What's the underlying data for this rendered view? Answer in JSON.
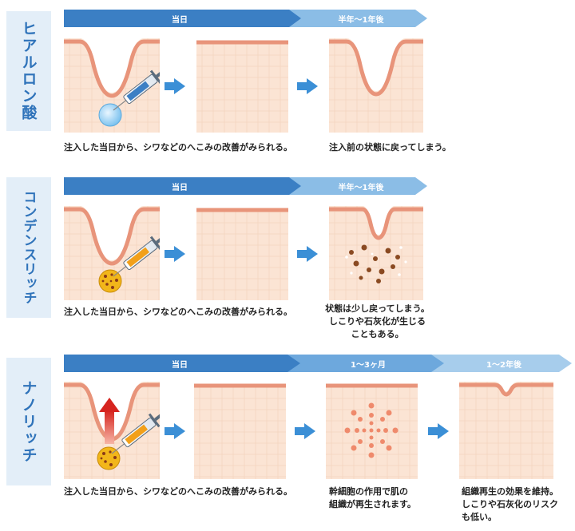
{
  "rows": [
    {
      "label": "ヒアルロン酸",
      "timeline": [
        "当日",
        "半年〜1年後"
      ],
      "captions": [
        "注入した当日から、シワなどのへこみの改善がみられる。",
        "注入前の状態に戻ってしまう。"
      ]
    },
    {
      "label": "コンデンスリッチ",
      "timeline": [
        "当日",
        "半年〜1年後"
      ],
      "captions": [
        "注入した当日から、シワなどのへこみの改善がみられる。",
        "状態は少し戻ってしまう。",
        "しこりや石灰化が生じる",
        "こともある。"
      ]
    },
    {
      "label": "ナノリッチ",
      "timeline": [
        "当日",
        "1〜3ヶ月",
        "1〜2年後"
      ],
      "captions": [
        "注入した当日から、シワなどのへこみの改善がみられる。",
        "幹細胞の作用で肌の",
        "組織が再生されます。",
        "組織再生の効果を維持。",
        "しこりや石灰化のリスク",
        "も低い。"
      ]
    }
  ],
  "colors": {
    "skin": "#fbe4d4",
    "skin_line": "#e8947a",
    "timeline_dark": "#3b7fc4",
    "timeline_light": "#8bbde6",
    "arrow": "#3b8fd6",
    "label_bg": "#e3eef8",
    "label_text": "#2f73ba"
  }
}
